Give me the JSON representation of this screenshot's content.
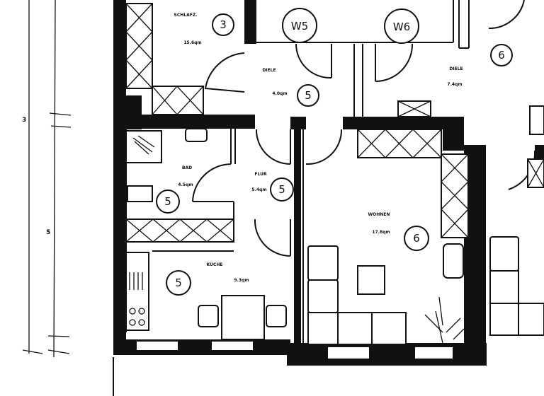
{
  "dimension_labels": [
    "3",
    "5"
  ],
  "markers": {
    "schlaf": "3",
    "w5": "W5",
    "w6": "W6",
    "diele": "5",
    "diele_right": "6",
    "bad": "5",
    "flur": "5",
    "kueche": "5",
    "wohnen": "6"
  },
  "rooms": [
    {
      "name": "SCHLAFZ.",
      "area": "15.6qm"
    },
    {
      "name": "DIELE",
      "area": "4.0qm"
    },
    {
      "name": "BAD",
      "area": "4.5qm"
    },
    {
      "name": "FLUR",
      "area": "5.4qm"
    },
    {
      "name": "KÜCHE",
      "area": "9.3qm"
    },
    {
      "name": "WOHNEN",
      "area": "17.8qm"
    },
    {
      "name": "DIELE",
      "area": "7.4qm"
    }
  ]
}
